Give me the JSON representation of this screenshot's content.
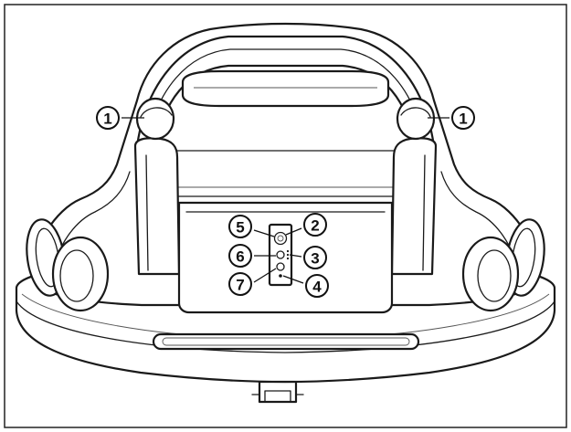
{
  "diagram": {
    "callouts": [
      {
        "id": "callout-1-left",
        "label": "1"
      },
      {
        "id": "callout-1-right",
        "label": "1"
      },
      {
        "id": "callout-2",
        "label": "2"
      },
      {
        "id": "callout-3",
        "label": "3"
      },
      {
        "id": "callout-4",
        "label": "4"
      },
      {
        "id": "callout-5",
        "label": "5"
      },
      {
        "id": "callout-6",
        "label": "6"
      },
      {
        "id": "callout-7",
        "label": "7"
      }
    ]
  }
}
